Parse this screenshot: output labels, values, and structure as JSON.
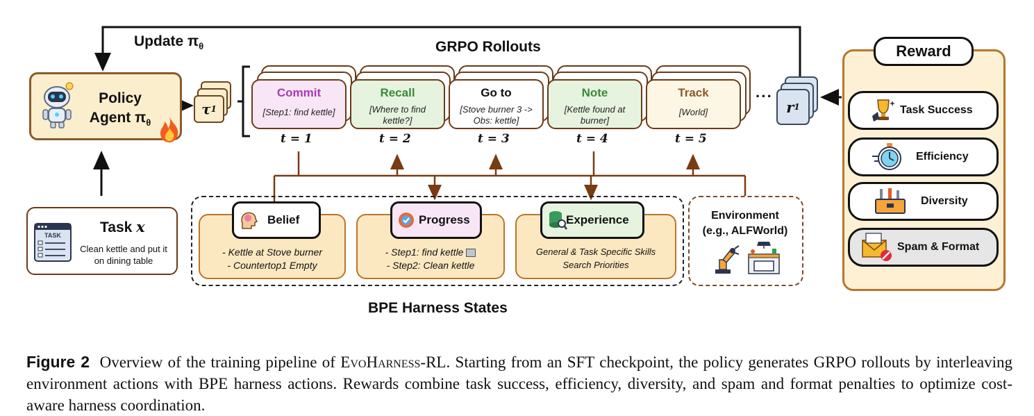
{
  "update_label": "Update π",
  "update_sub": "θ",
  "grpo_title": "GRPO Rollouts",
  "bpe_title": "BPE Harness States",
  "policy": {
    "line1": "Policy",
    "line2": "Agent π",
    "sub": "θ"
  },
  "tau": {
    "symbol": "τ",
    "sub": "1"
  },
  "rollouts": [
    {
      "title": "Commit",
      "detail": "[Step1: find kettle]",
      "time": "t = 1",
      "title_color": "#a83ab0",
      "fill": "#f8e6f6"
    },
    {
      "title": "Recall",
      "detail": "[Where to find kettle?]",
      "time": "t = 2",
      "title_color": "#3a8a3a",
      "fill": "#e6f3df"
    },
    {
      "title": "Go to",
      "detail": "[Stove burner 3 -> Obs: kettle]",
      "time": "t = 3",
      "title_color": "#111111",
      "fill": "#ffffff"
    },
    {
      "title": "Note",
      "detail": "[Kettle found at burner]",
      "time": "t = 4",
      "title_color": "#3a8a3a",
      "fill": "#e6f3df"
    },
    {
      "title": "Track",
      "detail": "[World]",
      "time": "t = 5",
      "title_color": "#8a5a2b",
      "fill": "#fdf6e4"
    }
  ],
  "ellipsis": "···",
  "r": {
    "symbol": "r",
    "sub": "1"
  },
  "reward": {
    "title": "Reward",
    "items": [
      {
        "label": "Task Success",
        "icon": "trophy-icon"
      },
      {
        "label": "Efficiency",
        "icon": "stopwatch-icon"
      },
      {
        "label": "Diversity",
        "icon": "toolbox-icon"
      },
      {
        "label": "Spam & Format",
        "icon": "spam-mail-icon"
      }
    ]
  },
  "states": {
    "belief": {
      "title": "Belief",
      "lines": [
        "-   Kettle at Stove burner",
        "-   Countertop1 Empty"
      ]
    },
    "progress": {
      "title": "Progress",
      "lines": [
        "- Step1: find kettle",
        "- Step2: Clean kettle"
      ]
    },
    "experience": {
      "title": "Experience",
      "lines": [
        "General & Task Specific Skills",
        "Search Priorities"
      ]
    }
  },
  "environment": {
    "line1": "Environment",
    "line2": "(e.g., ALFWorld)"
  },
  "task": {
    "title": "Task ",
    "var": "x",
    "desc": "Clean kettle and put it on dining table",
    "icon_label": "TASK"
  },
  "caption": {
    "fig": "Figure 2",
    "pre": "Overview of the training pipeline of ",
    "name": "EvoHarness-RL",
    "post": ". Starting from an SFT checkpoint, the policy generates GRPO rollouts by interleaving environment actions with BPE harness actions. Rewards combine task success, efficiency, diversity, and spam and format penalties to optimize cost-aware harness coordination."
  }
}
